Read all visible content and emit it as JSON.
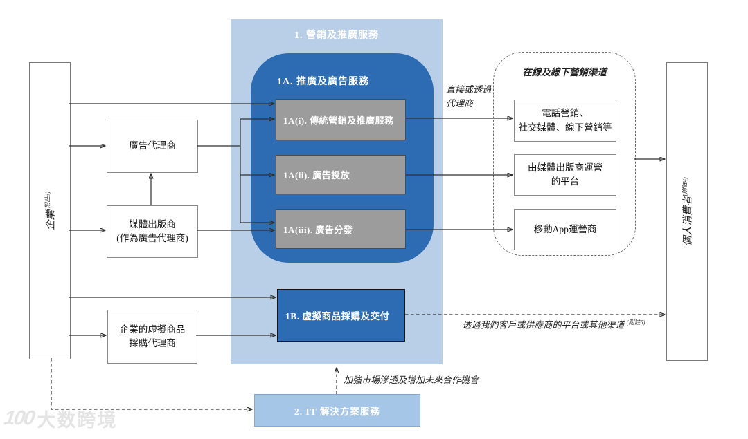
{
  "colors": {
    "light_blue": "#b9cfe8",
    "dark_blue": "#2d6cb3",
    "gray": "#9c9c9c",
    "it_blue": "#a6c6e7"
  },
  "left_entity": {
    "label": "企業",
    "note": "(附註3)"
  },
  "right_entity": {
    "label": "個人消費者",
    "note": "(附註4)"
  },
  "agents": {
    "ad_agency": "廣告代理商",
    "media_publisher": "媒體出版商\n(作為廣告代理商)",
    "procurement_agent": "企業的虛擬商品\n採購代理商"
  },
  "section1": {
    "title": "1. 營銷及推廣服務"
  },
  "section1a": {
    "title": "1A. 推廣及廣告服務",
    "item_i": "1A(i). 傳統營銷及推廣服務",
    "item_ii": "1A(ii). 廣告投放",
    "item_iii": "1A(iii). 廣告分發"
  },
  "section1b": {
    "label": "1B. 虛擬商品採購及交付"
  },
  "section2": {
    "label": "2. IT 解決方案服務"
  },
  "channels": {
    "title": "在線及線下營銷渠道",
    "telemarketing": "電話營銷、\n社交媒體、線下營銷等",
    "media_platform": "由媒體出版商運營\n的平台",
    "mobile_app": "移動App運營商"
  },
  "captions": {
    "direct_or_agent": "直接或透過\n代理商",
    "via_platform": "透過我們客戶或供應商的平台或其他渠道 ",
    "via_platform_note": "(附註5)",
    "strengthen": "加強市場滲透及增加未來合作機會"
  },
  "watermark": {
    "logo": "100",
    "text": "大数跨境"
  }
}
